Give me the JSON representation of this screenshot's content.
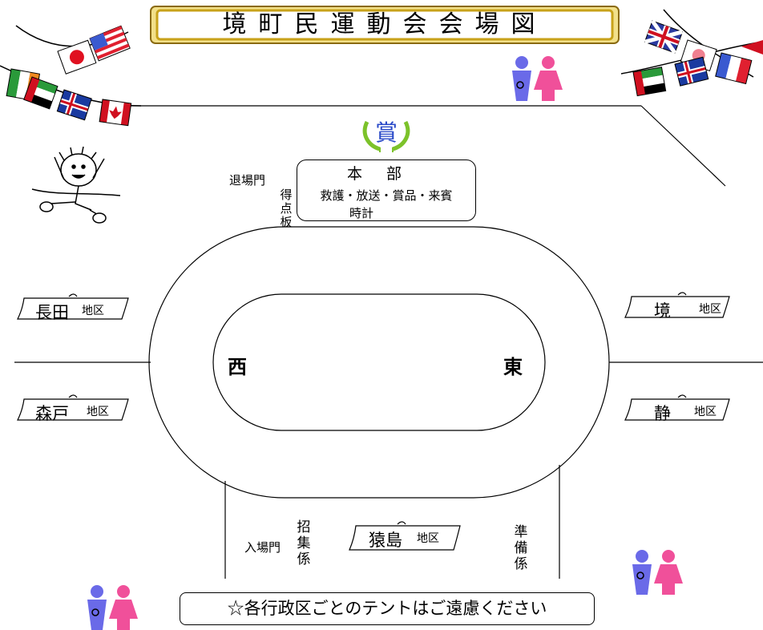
{
  "title": "境町民運動会会場図",
  "headquarters": {
    "title": "本部",
    "services": "救護・放送・賞品・来賓",
    "clock": "時計"
  },
  "award_mark": "賞",
  "exit_gate": "退場門",
  "scoreboard": "得点板",
  "entrance_gate": "入場門",
  "muster": "招集係",
  "preparation": "準備係",
  "directions": {
    "west": "西",
    "east": "東"
  },
  "district_suffix": "地区",
  "districts": {
    "nagata": "長田",
    "morito": "森戸",
    "sakai": "境",
    "shizuka": "静",
    "sarushima": "猿島"
  },
  "notice": "☆各行政区ごとのテントはご遠慮ください",
  "colors": {
    "frame_gold": "#c8a21a",
    "male_blue": "#6a6ae8",
    "female_pink": "#f0509a",
    "wreath_green": "#7cc22a",
    "award_blue": "#2a4ac8"
  },
  "icons": [
    "flag-bunting-left",
    "flag-bunting-right",
    "restroom-icon",
    "award-wreath-icon",
    "runner-mascot"
  ]
}
